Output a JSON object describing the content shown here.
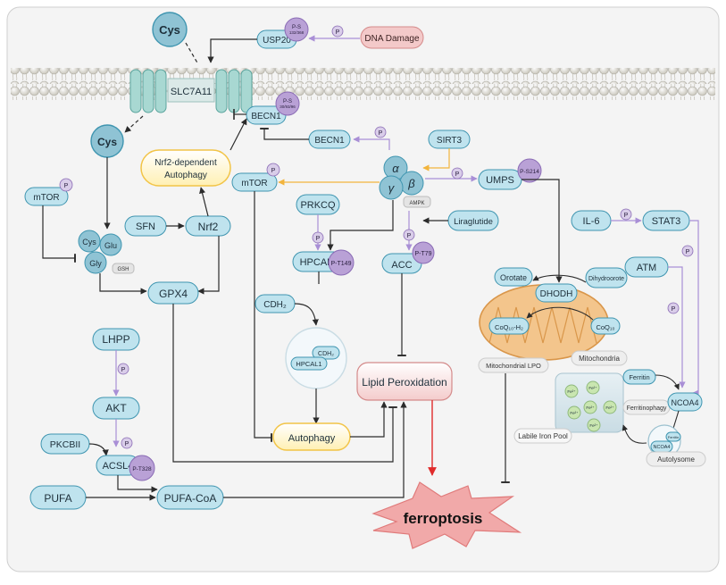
{
  "labels": {
    "cys_top": "Cys",
    "usp20": "USP20",
    "usp20_p": "P-S",
    "usp20_p_sites": "132/368",
    "p": "P",
    "dna_damage": "DNA Damage",
    "slc7a11": "SLC7A11",
    "becn1_membrane": "BECN1",
    "becn1_p": "P-S",
    "becn1_p_sites": "30/93/96",
    "cys_inside": "Cys",
    "becn1_mid": "BECN1",
    "sirt3": "SIRT3",
    "nrf2_autophagy_line1": "Nrf2-dependent",
    "nrf2_autophagy_line2": "Autophagy",
    "mtor_center": "mTOR",
    "mtor_left": "mTOR",
    "alpha": "α",
    "beta": "β",
    "gamma": "γ",
    "ampk": "AMPK",
    "umps": "UMPS",
    "umps_p": "P-S214",
    "prkcq": "PRKCQ",
    "liraglutide": "Liraglutide",
    "sfn": "SFN",
    "nrf2": "Nrf2",
    "cys_small": "Cys",
    "glu": "Glu",
    "gly": "Gly",
    "gsh": "GSH",
    "hpcal1": "HPCAL1",
    "hpcal1_p": "P-T149",
    "acc": "ACC",
    "acc_p": "P-T79",
    "il6": "IL-6",
    "stat3": "STAT3",
    "atm": "ATM",
    "gpx4": "GPX4",
    "cdh2": "CDH₂",
    "cdh2_small": "CDH₂",
    "hpcal1_small": "HPCAL1",
    "orotate": "Orotate",
    "dhodh": "DHODH",
    "dihydroorotate": "Dihydroorote",
    "coq10h2": "CoQ₁₀-H₂",
    "coq10": "CoQ₁₀",
    "mitochondria": "Mitochondria",
    "mito_lpo": "Mitochondrial LPO",
    "lhpp": "LHPP",
    "lipid_peroxidation": "Lipid Peroxidation",
    "ferritin": "Ferritin",
    "ferritinophagy": "Ferritinophagy",
    "ncoa4": "NCOA4",
    "fe2": "Fe²⁺",
    "akt": "AKT",
    "labile_iron_pool": "Labile Iron Pool",
    "autophagy": "Autophagy",
    "pkcbii": "PKCBII",
    "acsl4": "ACSL4",
    "acsl4_p": "P-T328",
    "autolysome": "Autolysome",
    "ncoa4_small": "NCOA4",
    "ferritin_small": "Ferritin",
    "pufa": "PUFA",
    "pufa_coa": "PUFA-CoA",
    "ferroptosis": "ferroptosis"
  },
  "colors": {
    "node_fill": "#bfe3ee",
    "node_stroke": "#3f95b0",
    "node_text": "#1d2f3a",
    "phospho_fill": "#b9a1d6",
    "phospho_light": "#d9cde9",
    "phospho_stroke": "#8a6bb5",
    "activate_arrow": "#2b2b2b",
    "purple_arrow": "#a98fd6",
    "orange_arrow": "#f2b43c",
    "red_arrow": "#e02b2b",
    "dna_fill": "#f3c9c9",
    "dna_stroke": "#d48a8a",
    "autophagy_fill": "#fff4c8",
    "autophagy_stroke": "#f2c447",
    "lipid_fill": "#f7d7d7",
    "ferroptosis_fill": "#f1a9a9",
    "mito_fill": "#f3c58c",
    "iron_pool_fill": "#d8e7ee",
    "panel_bg": "#f4f4f4"
  }
}
